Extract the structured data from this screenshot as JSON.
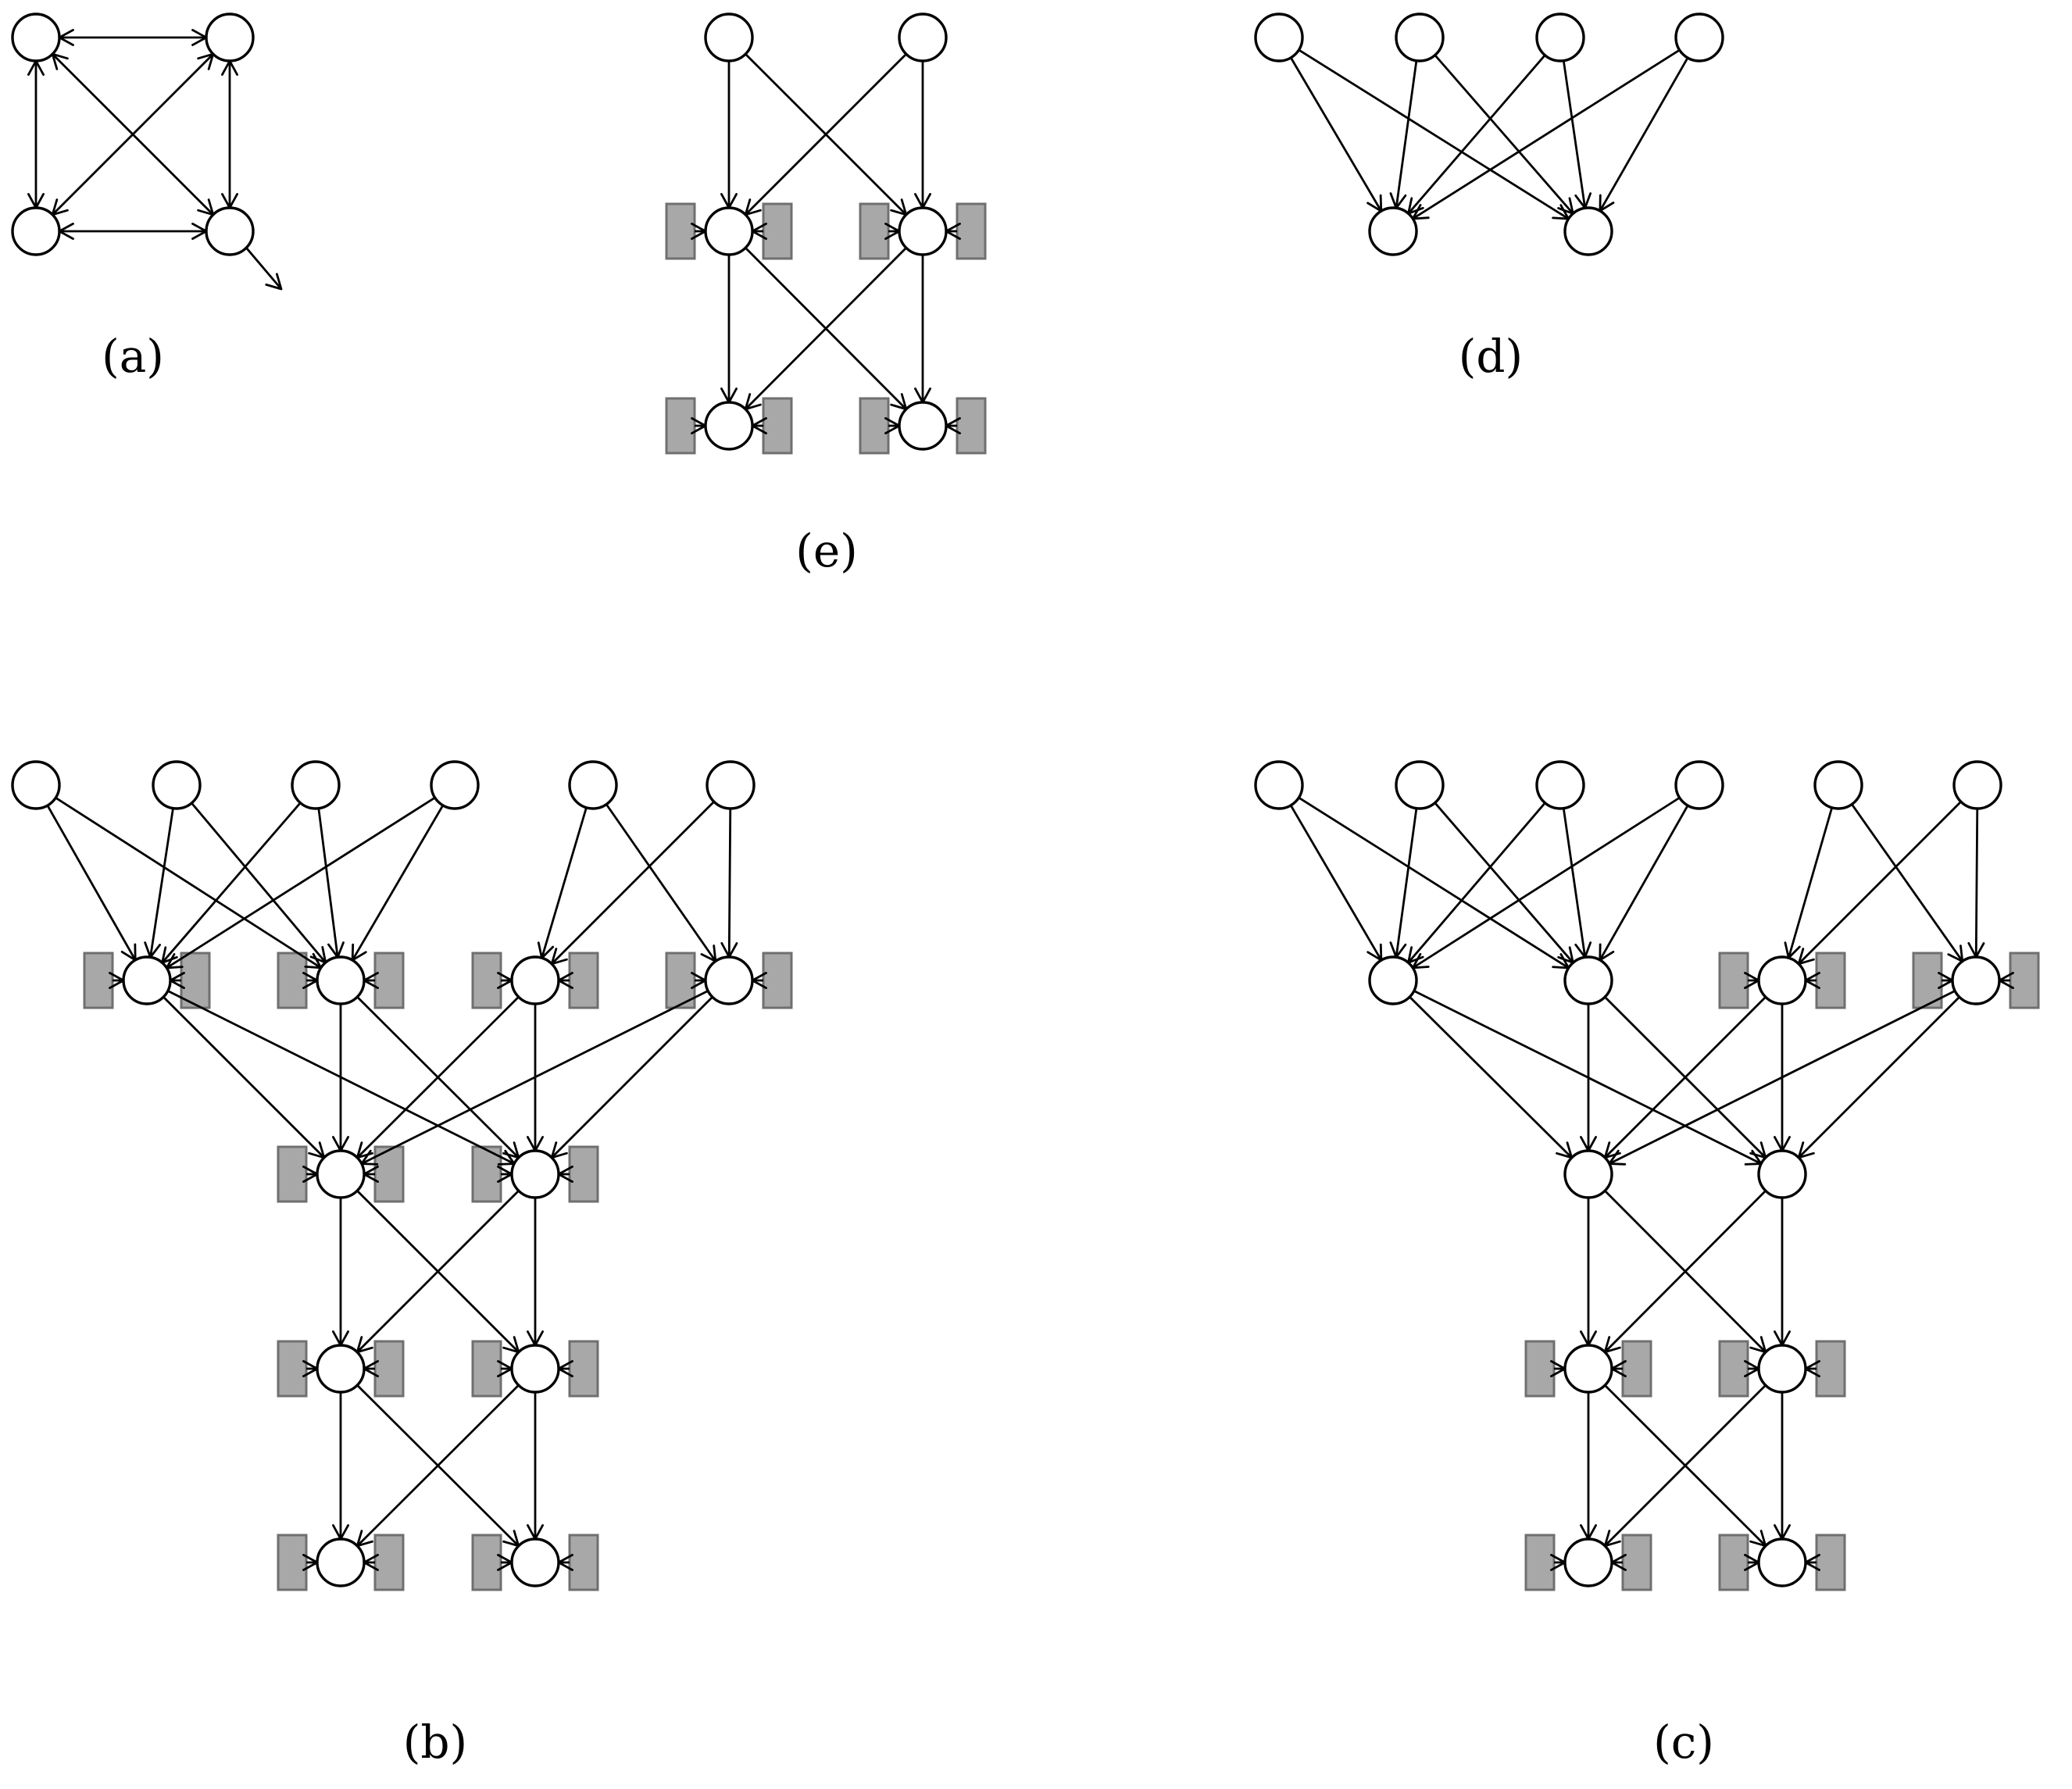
{
  "figure": {
    "panels": [
      {
        "id": "a",
        "caption": "(a)"
      },
      {
        "id": "e",
        "caption": "(e)"
      },
      {
        "id": "d",
        "caption": "(d)"
      },
      {
        "id": "b",
        "caption": "(b)"
      },
      {
        "id": "c",
        "caption": "(c)"
      }
    ]
  }
}
